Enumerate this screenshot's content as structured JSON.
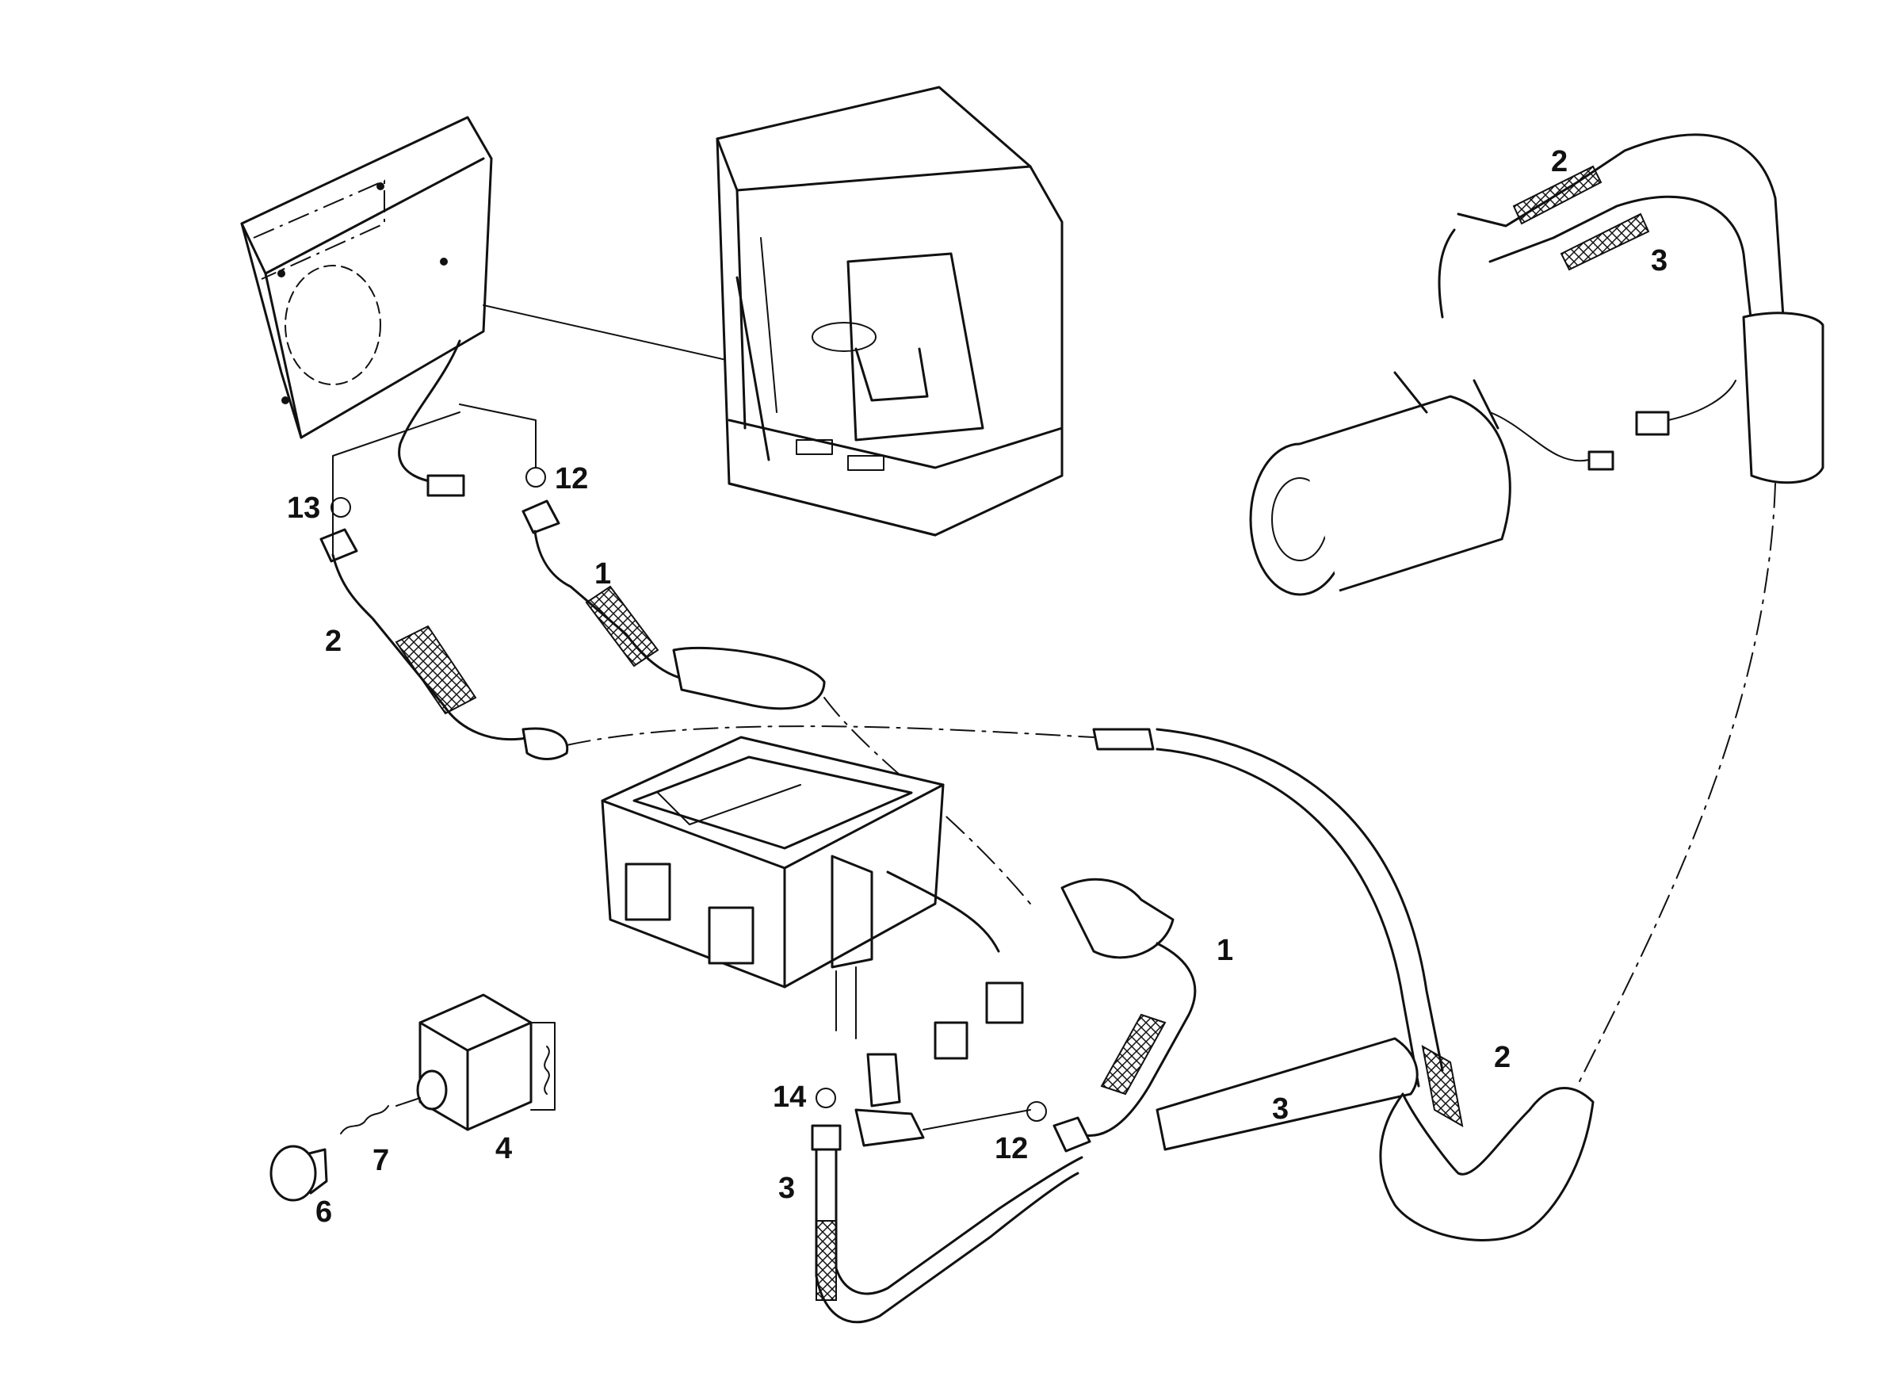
{
  "diagram": {
    "callouts": [
      {
        "id": "c-13",
        "text": "13"
      },
      {
        "id": "c-12-top",
        "text": "12"
      },
      {
        "id": "c-1-top",
        "text": "1"
      },
      {
        "id": "c-2-left",
        "text": "2"
      },
      {
        "id": "c-2-right-top",
        "text": "2"
      },
      {
        "id": "c-3-right-top",
        "text": "3"
      },
      {
        "id": "c-1-mid",
        "text": "1"
      },
      {
        "id": "c-2-bottom-right",
        "text": "2"
      },
      {
        "id": "c-3-mid",
        "text": "3"
      },
      {
        "id": "c-14",
        "text": "14"
      },
      {
        "id": "c-12-bottom",
        "text": "12"
      },
      {
        "id": "c-3-bottom",
        "text": "3"
      },
      {
        "id": "c-4",
        "text": "4"
      },
      {
        "id": "c-7",
        "text": "7"
      },
      {
        "id": "c-6",
        "text": "6"
      }
    ],
    "ink_color": "#111111",
    "paper_color": "#ffffff"
  }
}
